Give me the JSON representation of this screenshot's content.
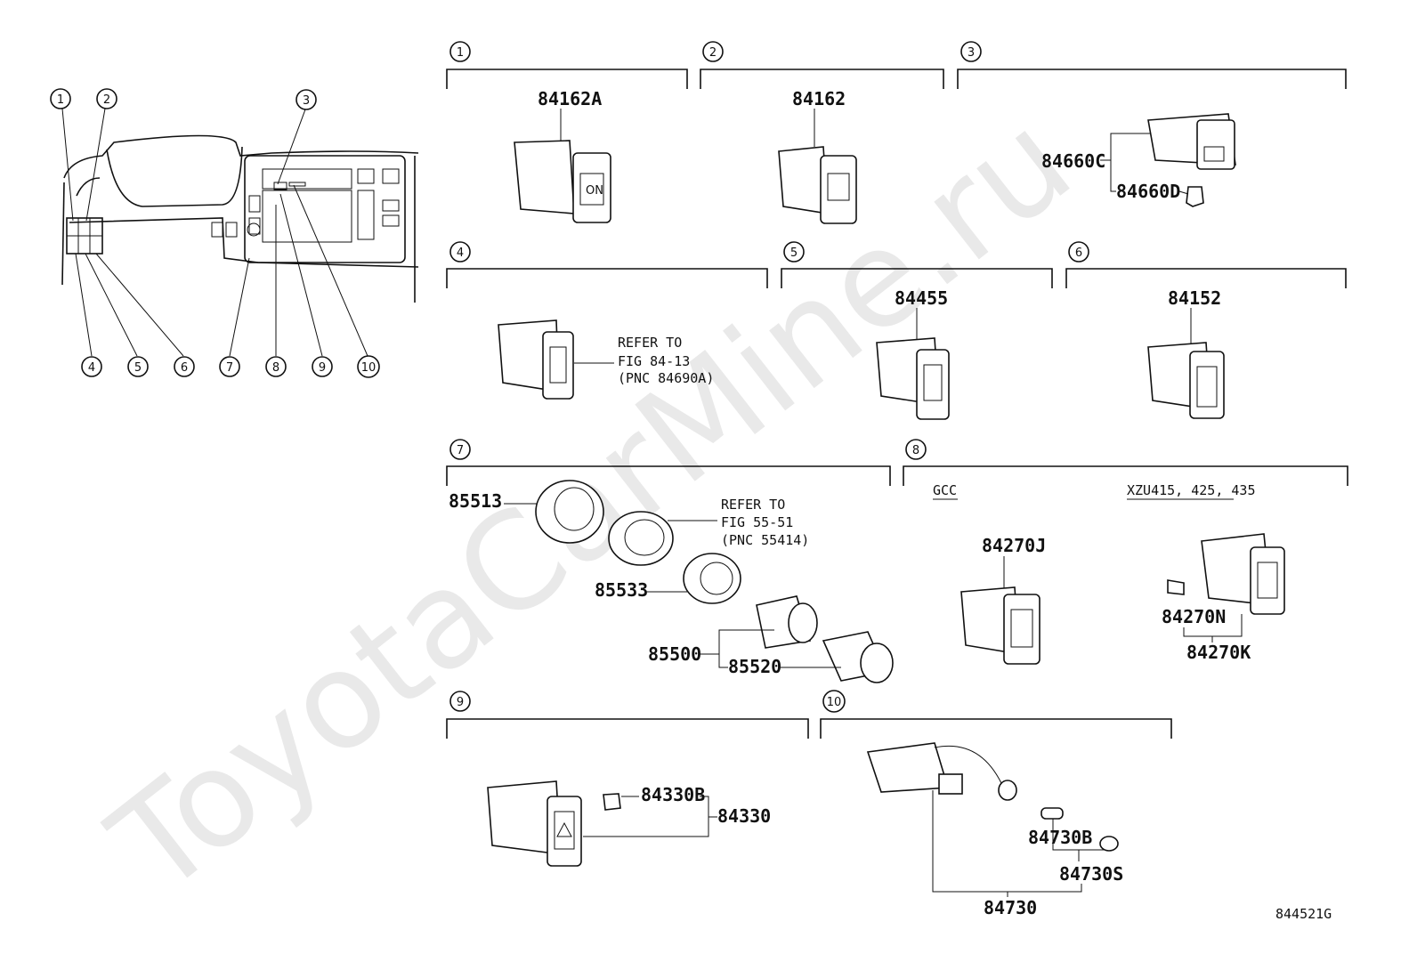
{
  "watermark": "ToyotaCarMine.ru",
  "figure_code": "844521G",
  "overview": {
    "callouts": [
      "1",
      "2",
      "3",
      "4",
      "5",
      "6",
      "7",
      "8",
      "9",
      "10"
    ]
  },
  "sections": [
    {
      "num": "1",
      "parts": [
        "84162A"
      ]
    },
    {
      "num": "2",
      "parts": [
        "84162"
      ]
    },
    {
      "num": "3",
      "parts": [
        "84660C",
        "84660D"
      ]
    },
    {
      "num": "4",
      "refer": [
        "REFER TO",
        "FIG 84-13",
        "(PNC 84690A)"
      ]
    },
    {
      "num": "5",
      "parts": [
        "84455"
      ]
    },
    {
      "num": "6",
      "parts": [
        "84152"
      ]
    },
    {
      "num": "7",
      "parts": [
        "85513",
        "85533",
        "85500",
        "85520"
      ],
      "refer": [
        "REFER TO",
        "FIG 55-51",
        "(PNC 55414)"
      ]
    },
    {
      "num": "8",
      "variants": [
        "GCC",
        "XZU415, 425, 435"
      ],
      "parts": [
        "84270J",
        "84270N",
        "84270K"
      ]
    },
    {
      "num": "9",
      "parts": [
        "84330B",
        "84330"
      ]
    },
    {
      "num": "10",
      "parts": [
        "84730B",
        "84730S",
        "84730"
      ]
    }
  ]
}
